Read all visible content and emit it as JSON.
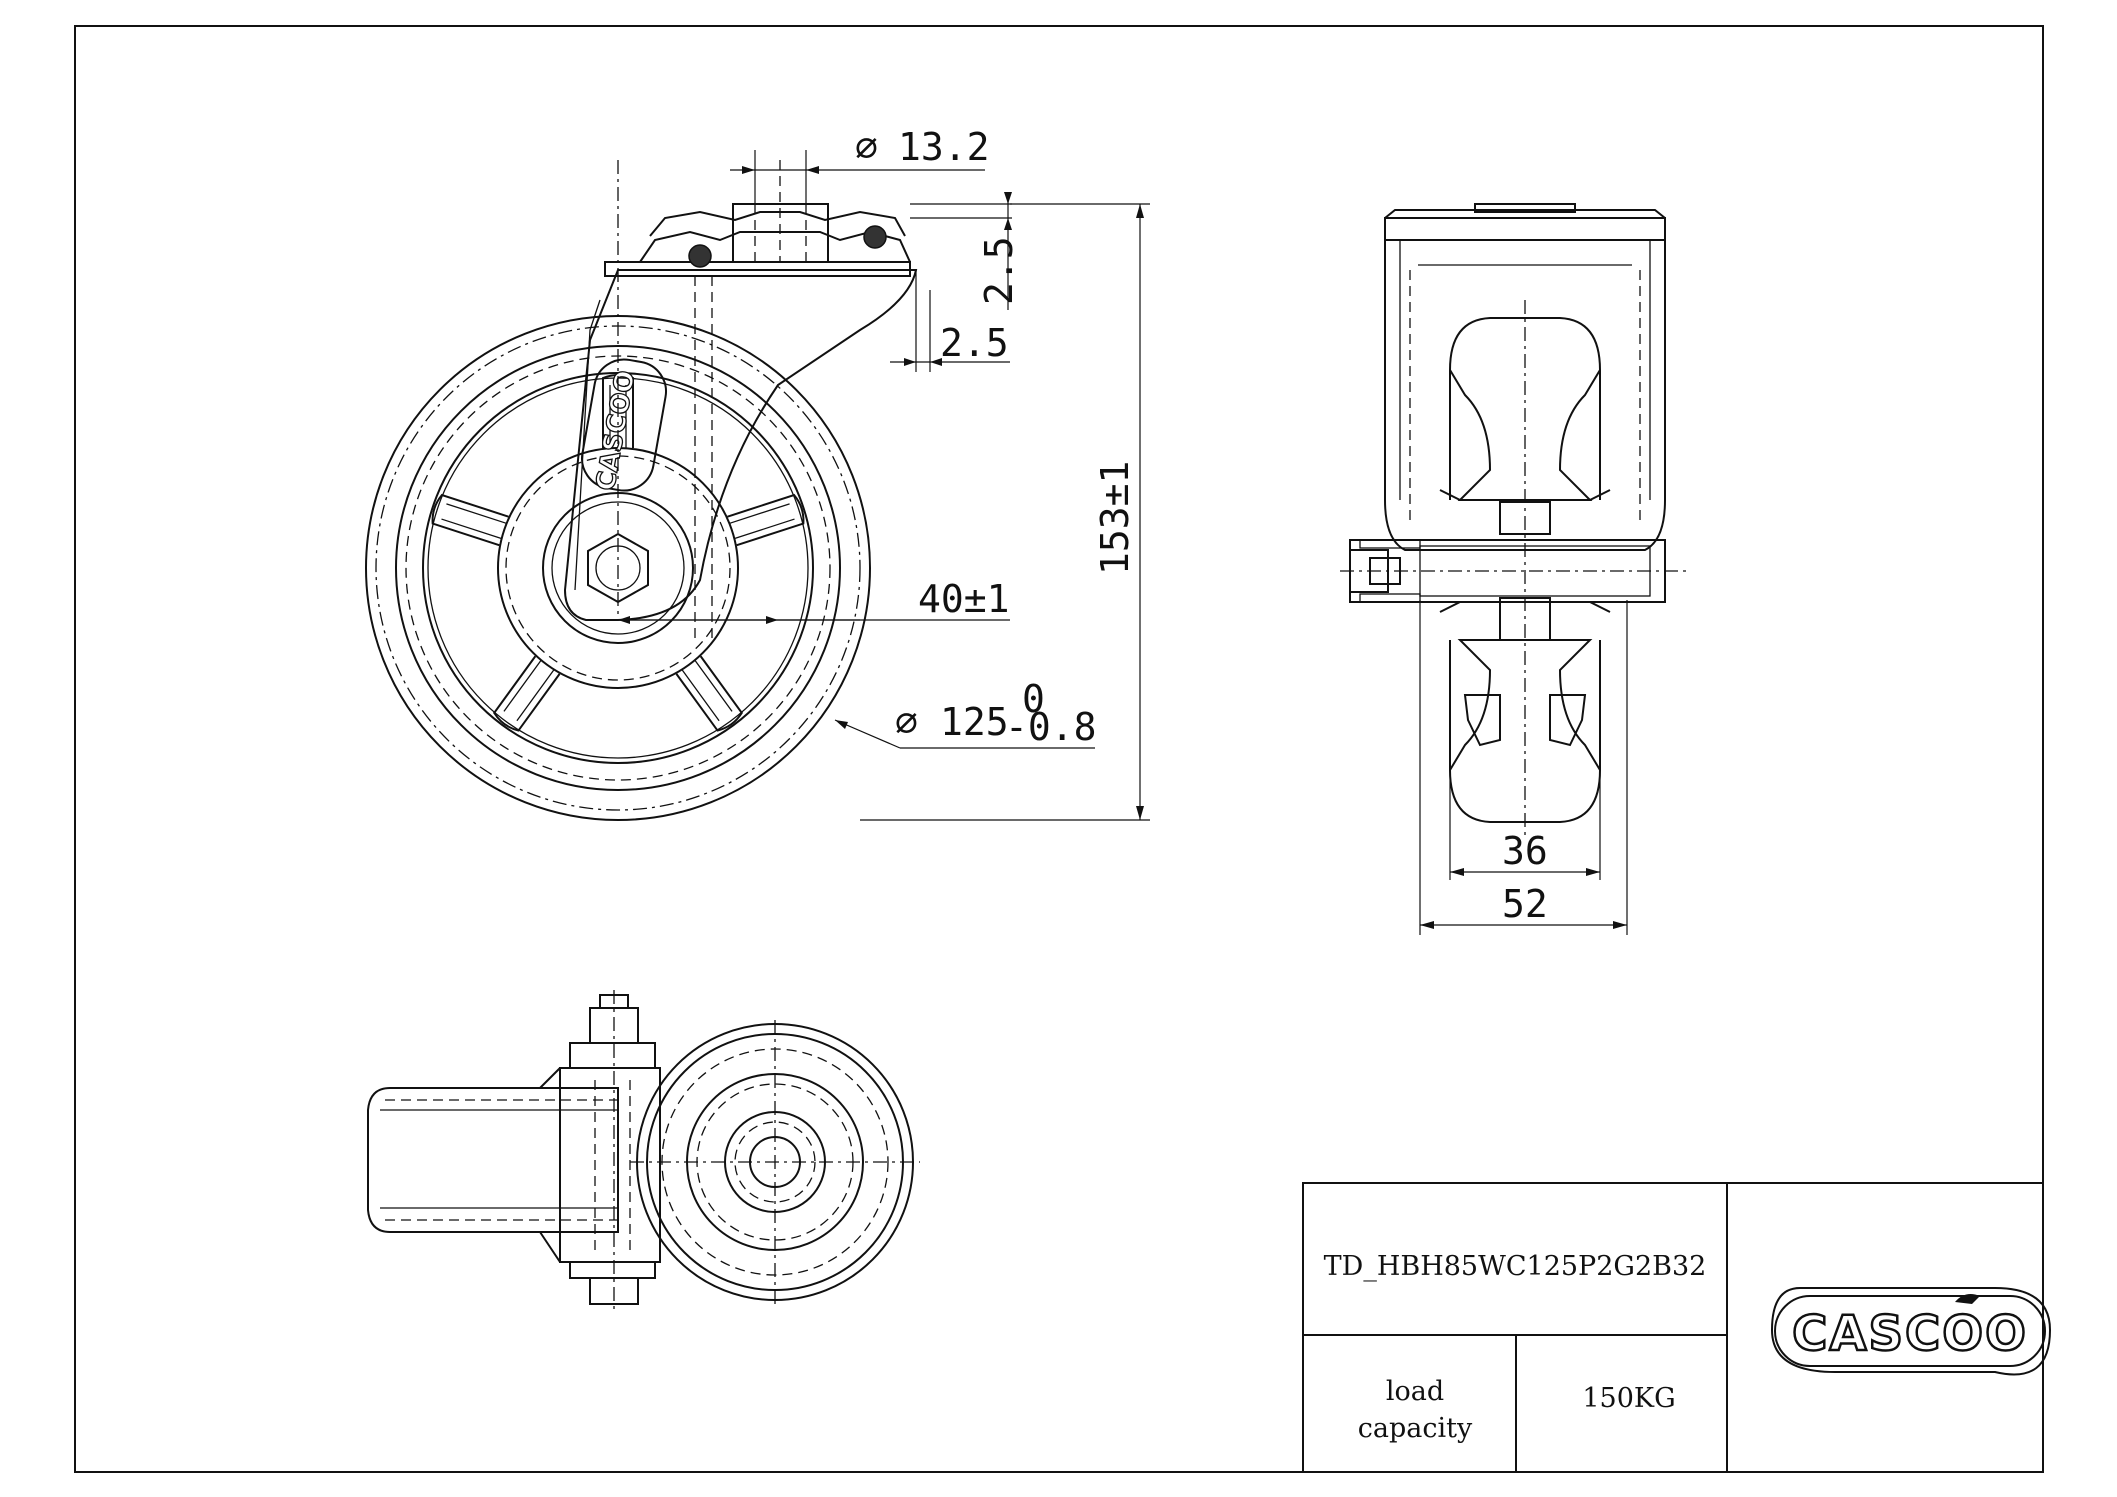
{
  "dimensions": {
    "bore_diameter": "13.2",
    "top_plate_thickness": "2.5",
    "offset": "2.5",
    "overall_height": "153±1",
    "swivel_offset": "40±1",
    "wheel_diameter": "125",
    "wheel_diameter_tol_upper": "0",
    "wheel_diameter_tol_lower": "-0.8",
    "tread_width": "36",
    "overall_width": "52",
    "diameter_symbol": "∅"
  },
  "title_block": {
    "part_number": "TD_HBH85WC125P2G2B32",
    "load_label_line1": "load",
    "load_label_line2": "capacity",
    "load_value": "150KG",
    "logo_text": "CASCOO"
  },
  "colors": {
    "line": "#111111",
    "background": "#ffffff"
  }
}
